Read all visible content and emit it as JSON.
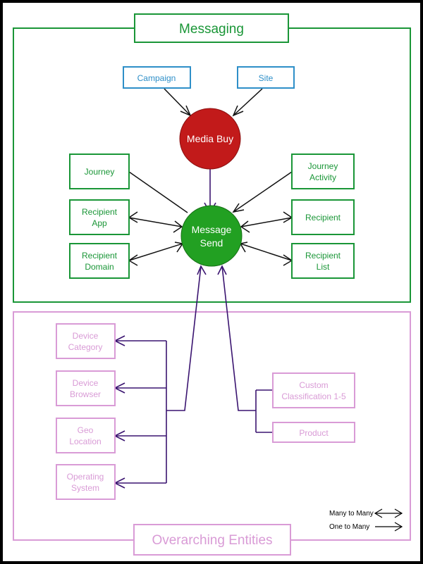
{
  "colors": {
    "messaging": "#1a9637",
    "overarching": "#d99bd6",
    "top_box": "#2e8fc8",
    "media_buy": "#c21a1a",
    "message_send": "#22a022",
    "connector_black": "#111111",
    "connector_purple": "#3a1470"
  },
  "messaging": {
    "title": "Messaging",
    "campaign": "Campaign",
    "site": "Site",
    "media_buy": "Media Buy",
    "message_send": [
      "Message",
      "Send"
    ],
    "journey": "Journey",
    "journey_activity": [
      "Journey",
      "Activity"
    ],
    "recipient_app": [
      "Recipient",
      "App"
    ],
    "recipient": "Recipient",
    "recipient_domain": [
      "Recipient",
      "Domain"
    ],
    "recipient_list": [
      "Recipient",
      "List"
    ]
  },
  "overarching": {
    "title": "Overarching Entities",
    "device_category": [
      "Device",
      "Category"
    ],
    "device_browser": [
      "Device",
      "Browser"
    ],
    "geo_location": [
      "Geo",
      "Location"
    ],
    "operating_system": [
      "Operating",
      "System"
    ],
    "custom_classification": [
      "Custom",
      "Classification 1-5"
    ],
    "product": "Product"
  },
  "legend": {
    "many_to_many": "Many to Many",
    "one_to_many": "One to Many"
  }
}
